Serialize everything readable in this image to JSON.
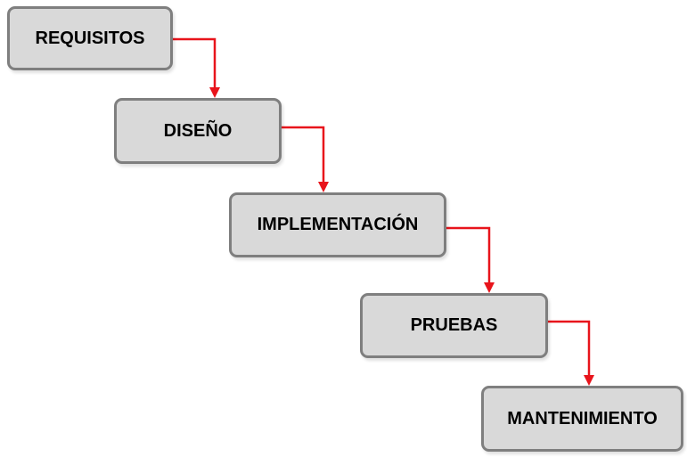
{
  "diagram": {
    "stages": [
      {
        "id": "s1",
        "label": "REQUISITOS"
      },
      {
        "id": "s2",
        "label": "DISEÑO"
      },
      {
        "id": "s3",
        "label": "IMPLEMENTACIÓN"
      },
      {
        "id": "s4",
        "label": "PRUEBAS"
      },
      {
        "id": "s5",
        "label": "MANTENIMIENTO"
      }
    ],
    "connections": [
      {
        "from": "REQUISITOS",
        "to": "DISEÑO"
      },
      {
        "from": "DISEÑO",
        "to": "IMPLEMENTACIÓN"
      },
      {
        "from": "IMPLEMENTACIÓN",
        "to": "PRUEBAS"
      },
      {
        "from": "PRUEBAS",
        "to": "MANTENIMIENTO"
      }
    ],
    "colors": {
      "box_fill": "#d9d9d9",
      "box_border": "#7f7f7f",
      "arrow": "#e8141b",
      "text": "#000000"
    }
  }
}
